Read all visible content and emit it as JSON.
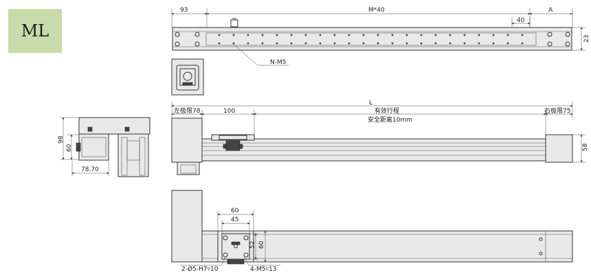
{
  "badge": {
    "label": "ML"
  },
  "top_view": {
    "dim_left": "93",
    "dim_middle": "M*40",
    "dim_right": "A",
    "dim_pitch": "40",
    "dim_height": "23",
    "callout_holes": "N-M5"
  },
  "side_view": {
    "dim_total": "L",
    "left_limit": "左极限78",
    "right_limit": "右极限75",
    "offset_100": "100",
    "stroke_label": "有效行程",
    "safety_label": "安全距离10mm",
    "dim_height": "58"
  },
  "end_view": {
    "dim_height_total": "98",
    "dim_height_body": "60",
    "dim_width": "78.70"
  },
  "bottom_view": {
    "dim_60_top": "60",
    "dim_45": "45",
    "dim_52": "52",
    "dim_60_side": "60",
    "callout_pins": "2-Ø5-H7▿10",
    "callout_screws": "4-M5▿13"
  }
}
